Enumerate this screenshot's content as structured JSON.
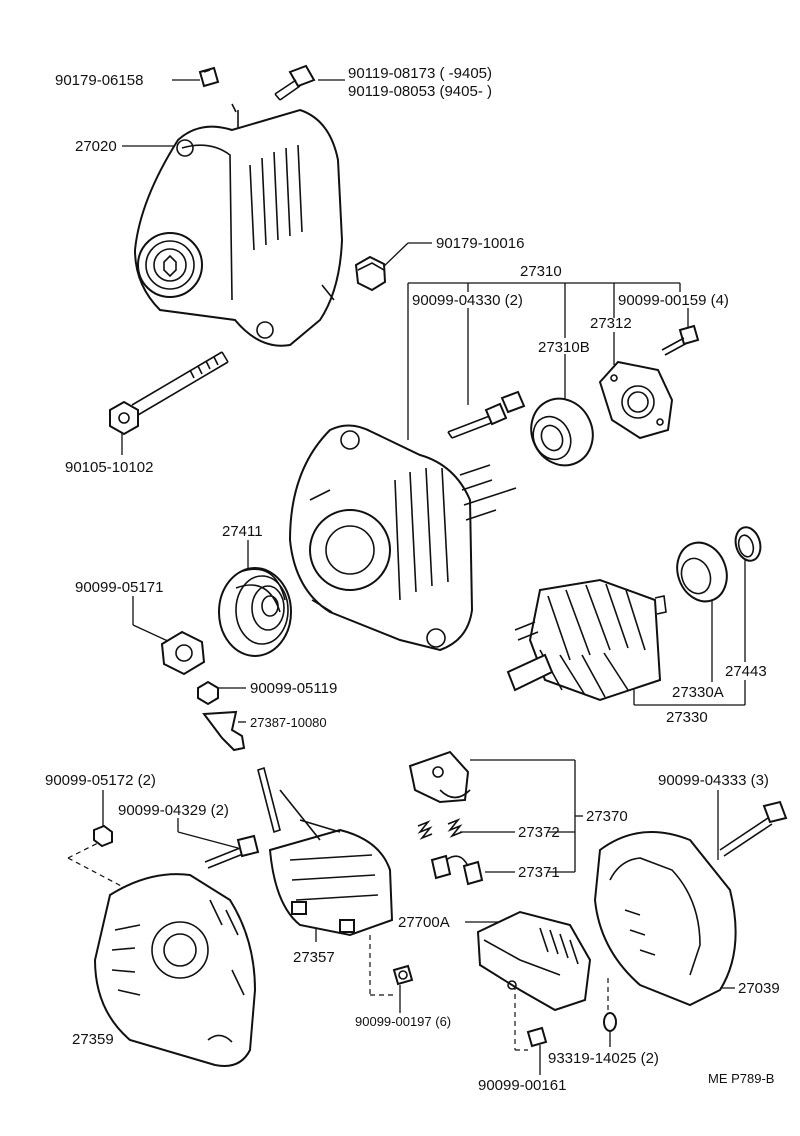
{
  "labels": {
    "p90179_06158": "90179-06158",
    "p90119_08173": "90119-08173 (      -9405)",
    "p90119_08053": "90119-08053 (9405-      )",
    "p27020": "27020",
    "p90179_10016": "90179-10016",
    "p27310": "27310",
    "p90099_04330": "90099-04330 (2)",
    "p90099_00159": "90099-00159 (4)",
    "p27312": "27312",
    "p27310B": "27310B",
    "p90105_10102": "90105-10102",
    "p27411": "27411",
    "p90099_05171": "90099-05171",
    "p27443": "27443",
    "p27330A": "27330A",
    "p27330": "27330",
    "p90099_05119": "90099-05119",
    "p27387_10080": "27387-10080",
    "p90099_05172": "90099-05172 (2)",
    "p90099_04329": "90099-04329 (2)",
    "p90099_04333": "90099-04333 (3)",
    "p27370": "27370",
    "p27372": "27372",
    "p27371": "27371",
    "p27700A": "27700A",
    "p27357": "27357",
    "p27039": "27039",
    "p27359": "27359",
    "p90099_00197": "90099-00197 (6)",
    "p93319_14025": "93319-14025 (2)",
    "p90099_00161": "90099-00161",
    "ref_code": "ME P789-B"
  },
  "icons": [
    "alternator-assembly",
    "bolt",
    "nut",
    "bearing",
    "rotor",
    "pulley",
    "brush-holder",
    "regulator",
    "end-cover",
    "drive-end-frame"
  ]
}
